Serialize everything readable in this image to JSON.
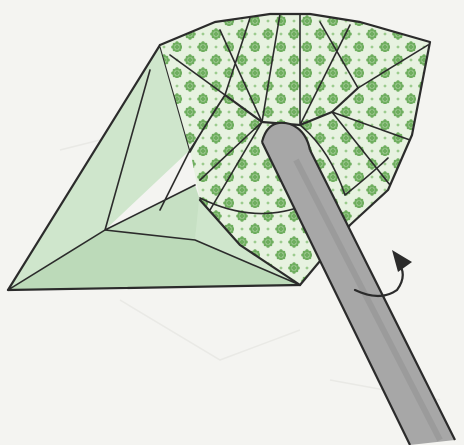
{
  "illustration": {
    "subject": "origami-flower-fold-step",
    "colors": {
      "background": "#f4f4f1",
      "plain_paper": "#cfe6cc",
      "plain_paper_dark": "#b9d9b6",
      "patterned_paper": "#e7f2e0",
      "pattern_dot": "#6fae5f",
      "stick": "#a7a7a7",
      "stick_shadow": "#8f8f8f",
      "outline": "#2b2b2b"
    },
    "icons": [
      "folded-paper-flower",
      "pattern-paper",
      "rolling-stick",
      "rotate-arrow-icon"
    ]
  }
}
